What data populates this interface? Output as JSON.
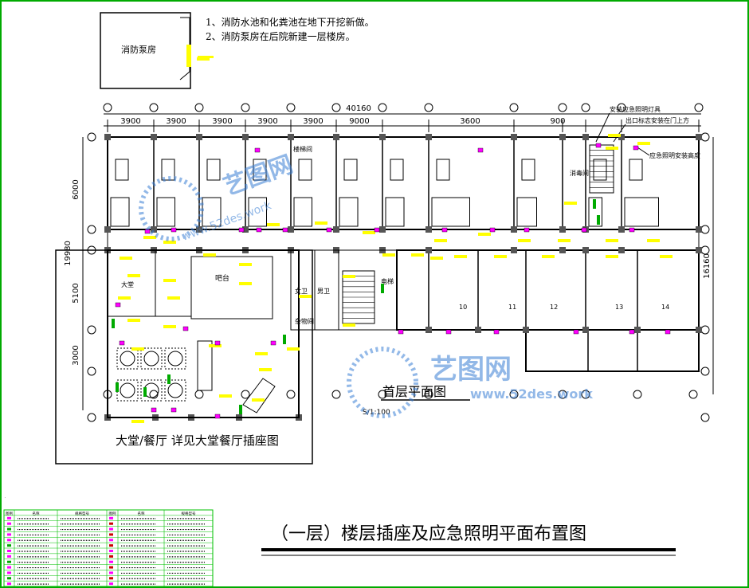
{
  "notes": [
    "1、消防水池和化粪池在地下开挖新做。",
    "2、消防泵房在后院新建一层楼房。"
  ],
  "pump_room_label": "消防泵房",
  "overall_dimension": "40160",
  "top_dimensions": [
    "3900",
    "3900",
    "3900",
    "3900",
    "3900",
    "9000",
    "3600",
    "900"
  ],
  "left_dimensions": {
    "top": "6000",
    "total": "19980",
    "middle": "5100",
    "bottom": "3000"
  },
  "right_dimension": "16160",
  "hall_note": "大堂/餐厅  详见大堂餐厅插座图",
  "floor_plan_label": "首层平面图",
  "scale_note": "S/1:100",
  "drawing_title": "（一层）楼层插座及应急照明平面布置图",
  "watermark": {
    "brand": "艺图网",
    "url": "www.52des.work"
  },
  "annotations": {
    "a1": "安装应急照明灯具",
    "a2": "出口标志安装在门上方",
    "a3": "应急照明安装高度"
  },
  "room_labels": {
    "stair": "楼梯间",
    "laundry": "消毒间",
    "bar": "吧台",
    "lobby": "大堂",
    "female_wc": "女卫",
    "male_wc": "男卫",
    "storage": "杂物间",
    "elevator": "电梯",
    "rooms": [
      "10",
      "11",
      "12",
      "13",
      "14"
    ]
  },
  "legend_headers": [
    "图例",
    "名称",
    "规格型号",
    "图例",
    "名称",
    "规格型号"
  ],
  "colors": {
    "wall": "#000000",
    "highlight": "#ffff00",
    "outlet": "#ff00ff",
    "emergency": "#00aa00",
    "legend_border": "#00c000",
    "watermark": "#3a7fd5"
  }
}
